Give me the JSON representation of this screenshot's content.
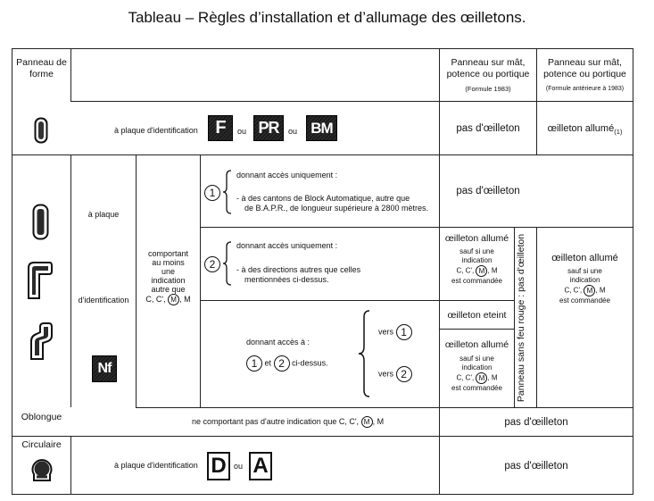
{
  "title": "Tableau – Règles d’installation et d’allumage des œilletons.",
  "header": {
    "forme_label": "Panneau de forme",
    "col_mat_1983": "Panneau sur mât, potence ou portique",
    "col_mat_1983_note": "(Formule 1983)",
    "col_mat_ante": "Panneau sur mât, potence ou portique",
    "col_mat_ante_note": "(Formule antérieure à 1983)"
  },
  "row1": {
    "text": "à plaque d'identification",
    "plates": [
      "F",
      "PR",
      "BM"
    ],
    "ou": "ou",
    "c1": "pas d'œilleton",
    "c2": "œilleton allumé",
    "c2_note": "(1)"
  },
  "oblong": {
    "a_plaque": "à plaque",
    "identification": "d'identification",
    "plate": "Nf",
    "comportant": "comportant au moins une indication autre que C, C', M, M",
    "comportant_lines": [
      "comportant",
      "au moins",
      "une",
      "indication",
      "autre que"
    ],
    "letters": "C, C',",
    "m": "M",
    "m_tail": ", M",
    "case1_num": "1",
    "case1_head": "donnant accès uniquement :",
    "case1_body": "- à des cantons de Block Automatique, autre que de B.A.P.R., de longueur supérieure à 2800 mètres.",
    "case1_line1": "- à des cantons de Block Automatique, autre que",
    "case1_line2": "de B.A.P.R., de longueur supérieure à 2800 mètres.",
    "case1_result": "pas d'œilleton",
    "case2_num": "2",
    "case2_head": "donnant accès uniquement :",
    "case2_line1": "- à des directions autres que celles",
    "case2_line2": "mentionnées ci-dessus.",
    "case3_head": "donnant accès à :",
    "case3_and": "et",
    "case3_tail": "ci-dessus.",
    "vers": "vers",
    "allume": "œilleton allumé",
    "sauf": "sauf si une indication",
    "sauf_lines": [
      "sauf si une",
      "indication"
    ],
    "est_commandee": "est commandée",
    "eteint": "œilleton eteint",
    "vertical": "Panneau sans feu rouge : pas d'œilleton",
    "right_allume": "œilleton allumé",
    "right_sauf": "sauf si une",
    "right_indication": "indication",
    "oblongue": "Oblongue",
    "ne_comportant": "ne comportant pas d'autre indication que C, C', M, M",
    "ne_comportant_prefix": "ne comportant pas d'autre indication que C, C',",
    "ne_result": "pas d'œilleton"
  },
  "circ": {
    "label": "Circulaire",
    "text": "à plaque d'identification",
    "plates": [
      "D",
      "A"
    ],
    "ou": "ou",
    "result": "pas d'œilleton"
  }
}
